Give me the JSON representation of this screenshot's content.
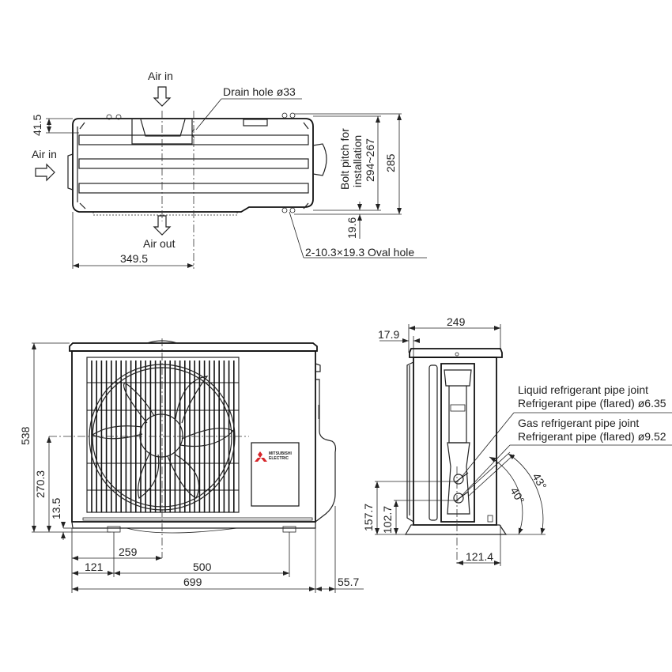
{
  "brand": {
    "name_line1": "MITSUBISHI",
    "name_line2": "ELECTRIC",
    "logo_color": "#d7262b"
  },
  "top_view": {
    "air_in_top": "Air in",
    "air_in_left": "Air in",
    "air_out": "Air out",
    "drain_hole": "Drain hole ø33",
    "bolt_pitch_line1": "Bolt pitch for",
    "bolt_pitch_line2": "installation",
    "bolt_pitch_line3": "294~267",
    "oval_hole": "2-10.3×19.3 Oval hole",
    "dims": {
      "d41_5": "41.5",
      "d285": "285",
      "d19_6": "19.6",
      "d349_5": "349.5"
    }
  },
  "front_view": {
    "dims": {
      "d538": "538",
      "d270_3": "270.3",
      "d13_5": "13.5",
      "d259": "259",
      "d121": "121",
      "d500": "500",
      "d699": "699",
      "d55_7": "55.7"
    }
  },
  "side_view": {
    "liquid_joint_line1": "Liquid refrigerant pipe joint",
    "liquid_joint_line2": "Refrigerant pipe (flared) ø6.35",
    "gas_joint_line1": "Gas refrigerant pipe joint",
    "gas_joint_line2": "Refrigerant pipe (flared) ø9.52",
    "dims": {
      "d249": "249",
      "d17_9": "17.9",
      "d157_7": "157.7",
      "d102_7": "102.7",
      "d121_4": "121.4",
      "angle40": "40°",
      "angle43": "43°"
    }
  }
}
